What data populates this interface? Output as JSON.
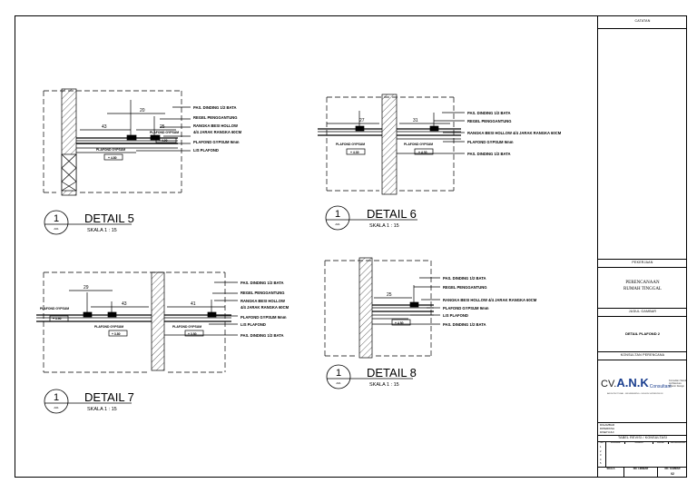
{
  "details": [
    {
      "number": "1",
      "title": "DETAIL 5",
      "scale": "SKALA 1 : 15",
      "ref": "A01"
    },
    {
      "number": "1",
      "title": "DETAIL 6",
      "scale": "SKALA 1 : 15",
      "ref": "A01"
    },
    {
      "number": "1",
      "title": "DETAIL 7",
      "scale": "SKALA 1 : 15",
      "ref": "A01"
    },
    {
      "number": "1",
      "title": "DETAIL 8",
      "scale": "SKALA 1 : 15",
      "ref": "A01"
    }
  ],
  "annotations": {
    "d5": [
      "PAS. DINDING 1/2 BATA",
      "REGEL PENGGANTUNG",
      "RANGKA BESI HOLLOW",
      "4/4 JARAK RANGKA 60CM",
      "PLAFOND GYPSUM 9mm",
      "LIS PLAFOND"
    ],
    "d5_dims": [
      "20",
      "43",
      "25"
    ],
    "d5_inner": [
      "PLAFOND GYPSUM",
      "PLAFOND GYPSUM",
      "+ 4.80",
      "+ 4.00"
    ],
    "d6": [
      "PAS. DINDING 1/2 BATA",
      "REGEL PENGGANTUNG",
      "RANGKA BESI HOLLOW 4/4 JARAK RANGKA 60CM",
      "PLAFOND GYPSUM 9mm",
      "PAS. DINDING 1/2 BATA"
    ],
    "d6_dims": [
      "27",
      "31"
    ],
    "d6_inner": [
      "PLAFOND GYPSUM",
      "PLAFOND GYPSUM",
      "+ 4.30",
      "+ 4.30"
    ],
    "d7": [
      "PAS. DINDING 1/2 BATA",
      "REGEL PENGGANTUNG",
      "RANGKA BESI HOLLOW",
      "4/4 JARAK RANGKA 60CM",
      "PLAFOND GYPSUM 9mm",
      "LIS PLAFOND",
      "PAS. DINDING 1/2 BATA"
    ],
    "d7_dims": [
      "29",
      "43",
      "41"
    ],
    "d7_inner": [
      "PLAFOND GYPSUM",
      "PLAFOND GYPSUM",
      "PLAFOND GYPSUM",
      "+ 3.90",
      "+ 3.80",
      "+ 3.80"
    ],
    "d8": [
      "PAS. DINDING 1/2 BATA",
      "REGEL PENGGANTUNG",
      "RANGKA BESI HOLLOW 4/4 JARAK RANGKA 60CM",
      "PLAFOND GYPSUM 9mm",
      "LIS PLAFOND",
      "PAS. DINDING 1/2 BATA"
    ],
    "d8_dims": [
      "25"
    ],
    "d8_inner": [
      "+ 4.80"
    ]
  },
  "title_block": {
    "notes_header": "CATATAN",
    "project_header": "PEKERJAAN",
    "project_name": [
      "PERENCANAAN",
      "RUMAH TINGGAL"
    ],
    "title_header": "JUDUL GAMBAR",
    "drawing_title": "DETAIL PLAFOND 2",
    "consultant_header": "KONSULTAN PERENCANA",
    "firm_prefix": "CV.",
    "firm_initials": "A.N.K",
    "firm_suffix": "Consultant",
    "firm_tagline": "ARCHITECTURAL - ENGINEERING - DESIGN SUPERVISION",
    "firm_side": [
      "Konsultan Teknik",
      "Architecture",
      "Interior Design"
    ],
    "rows": [
      "DIGAMBAR",
      "DIPERIKSA",
      "DISETUJUI"
    ],
    "revision_header": "TABEL REVISI / KONSULTASI",
    "rev_cols": [
      "NO",
      "TANGGAL",
      "URAIAN",
      "PARAF",
      "KETERANGAN"
    ],
    "rev_rows": [
      "1",
      "2",
      "3",
      "4",
      "5"
    ],
    "footer": [
      "SKALA",
      "NO. LEMBAR",
      "NO. GAMBAR",
      "02"
    ]
  }
}
